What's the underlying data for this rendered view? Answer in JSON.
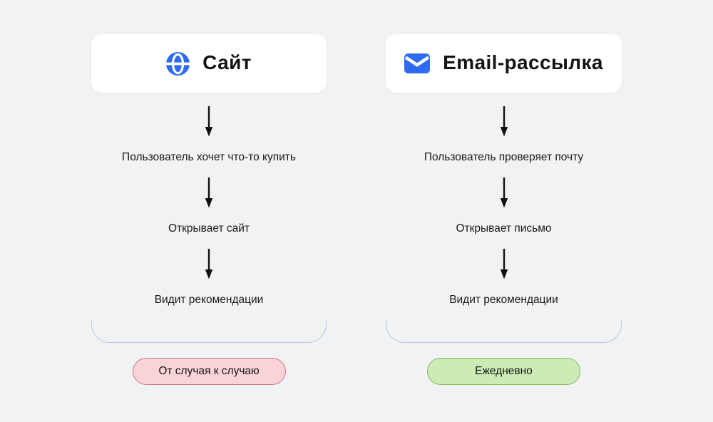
{
  "page": {
    "background_color": "#F1F2F4",
    "arrow_color": "#111111",
    "bracket_color": "#B9C5E8",
    "icon_accent_color": "#2E6BF0"
  },
  "columns": [
    {
      "id": "website",
      "header": {
        "label": "Сайт",
        "icon": "globe-icon",
        "card_bg": "#FFFFFF"
      },
      "steps": [
        "Пользователь хочет что-то купить",
        "Открывает сайт",
        "Видит рекомендации"
      ],
      "badge": {
        "label": "От случая к случаю",
        "bg": "#F9D3D7",
        "border": "#C47A80"
      }
    },
    {
      "id": "email",
      "header": {
        "label": "Email-рассылка",
        "icon": "mail-icon",
        "card_bg": "#FFFFFF"
      },
      "steps": [
        "Пользователь проверяет почту",
        "Открывает письмо",
        "Видит рекомендации"
      ],
      "badge": {
        "label": "Ежедневно",
        "bg": "#CDEBB5",
        "border": "#83B95E"
      }
    }
  ]
}
